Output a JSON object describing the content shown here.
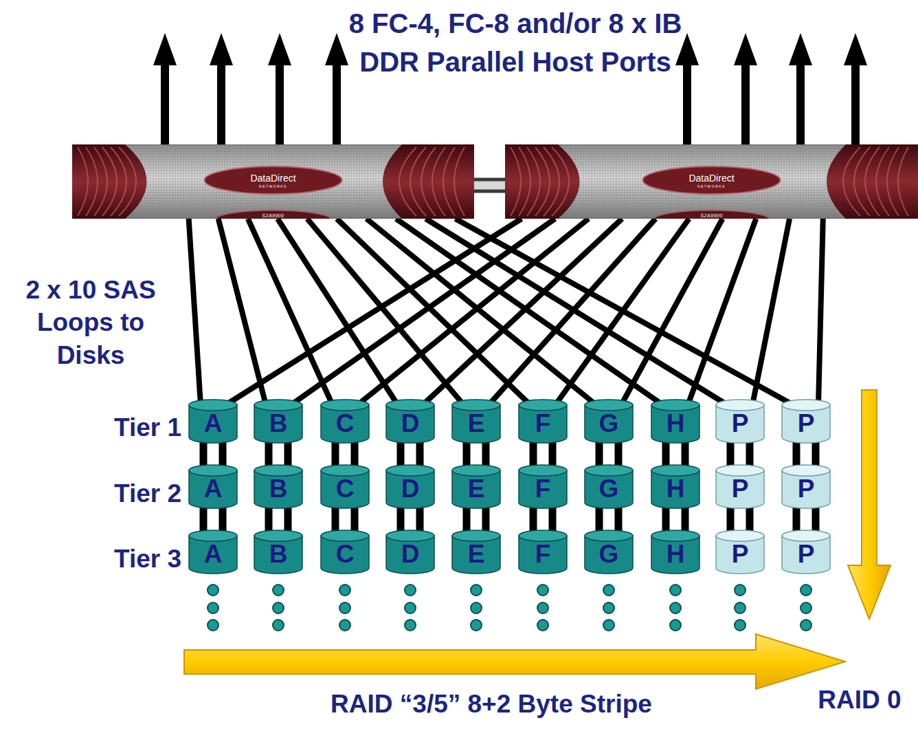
{
  "diagram": {
    "title": "8 FC-4, FC-8 and/or 8 x IB DDR Parallel Host Ports",
    "nodes": [
      {
        "text": [
          "DataDirect",
          "NETWORKS",
          "S2A9900"
        ]
      },
      {
        "text": [
          "DataDirect",
          "NETWORKS",
          "S2A9900"
        ]
      },
      {
        "text": [
          "A"
        ]
      },
      {
        "text": [
          "B"
        ]
      },
      {
        "text": [
          "C"
        ]
      },
      {
        "text": [
          "D"
        ]
      },
      {
        "text": [
          "E"
        ]
      },
      {
        "text": [
          "F"
        ]
      },
      {
        "text": [
          "G"
        ]
      },
      {
        "text": [
          "H"
        ]
      },
      {
        "text": [
          "P"
        ]
      },
      {
        "text": [
          "P"
        ]
      },
      {
        "text": [
          "A"
        ]
      },
      {
        "text": [
          "B"
        ]
      },
      {
        "text": [
          "C"
        ]
      },
      {
        "text": [
          "D"
        ]
      },
      {
        "text": [
          "E"
        ]
      },
      {
        "text": [
          "F"
        ]
      },
      {
        "text": [
          "G"
        ]
      },
      {
        "text": [
          "H"
        ]
      },
      {
        "text": [
          "P"
        ]
      },
      {
        "text": [
          "P"
        ]
      },
      {
        "text": [
          "A"
        ]
      },
      {
        "text": [
          "B"
        ]
      },
      {
        "text": [
          "C"
        ]
      },
      {
        "text": [
          "D"
        ]
      },
      {
        "text": [
          "E"
        ]
      },
      {
        "text": [
          "F"
        ]
      },
      {
        "text": [
          "G"
        ]
      },
      {
        "text": [
          "H"
        ]
      },
      {
        "text": [
          "P"
        ]
      },
      {
        "text": [
          "P"
        ]
      }
    ],
    "edges": [
      {
        "from": 0,
        "to": 1,
        "arrow": "none"
      },
      {
        "from": 0,
        "to": 2,
        "arrow": "none"
      },
      {
        "from": 0,
        "to": 3,
        "arrow": "none"
      },
      {
        "from": 0,
        "to": 4,
        "arrow": "none"
      },
      {
        "from": 0,
        "to": 5,
        "arrow": "none"
      },
      {
        "from": 0,
        "to": 6,
        "arrow": "none"
      },
      {
        "from": 0,
        "to": 7,
        "arrow": "none"
      },
      {
        "from": 0,
        "to": 8,
        "arrow": "none"
      },
      {
        "from": 0,
        "to": 9,
        "arrow": "none"
      },
      {
        "from": 0,
        "to": 10,
        "arrow": "none"
      },
      {
        "from": 0,
        "to": 11,
        "arrow": "none"
      },
      {
        "from": 1,
        "to": 2,
        "arrow": "none"
      },
      {
        "from": 1,
        "to": 3,
        "arrow": "none"
      },
      {
        "from": 1,
        "to": 4,
        "arrow": "none"
      },
      {
        "from": 1,
        "to": 5,
        "arrow": "none"
      },
      {
        "from": 1,
        "to": 6,
        "arrow": "none"
      },
      {
        "from": 1,
        "to": 7,
        "arrow": "none"
      },
      {
        "from": 1,
        "to": 8,
        "arrow": "none"
      },
      {
        "from": 1,
        "to": 9,
        "arrow": "none"
      },
      {
        "from": 1,
        "to": 10,
        "arrow": "none"
      },
      {
        "from": 1,
        "to": 11,
        "arrow": "none"
      },
      {
        "from": 2,
        "to": 12,
        "arrow": "none"
      },
      {
        "from": 3,
        "to": 13,
        "arrow": "none"
      },
      {
        "from": 4,
        "to": 14,
        "arrow": "none"
      },
      {
        "from": 5,
        "to": 15,
        "arrow": "none"
      },
      {
        "from": 6,
        "to": 16,
        "arrow": "none"
      },
      {
        "from": 7,
        "to": 17,
        "arrow": "none"
      },
      {
        "from": 8,
        "to": 18,
        "arrow": "none"
      },
      {
        "from": 9,
        "to": 19,
        "arrow": "none"
      },
      {
        "from": 10,
        "to": 20,
        "arrow": "none"
      },
      {
        "from": 11,
        "to": 21,
        "arrow": "none"
      },
      {
        "from": 12,
        "to": 22,
        "arrow": "none"
      },
      {
        "from": 13,
        "to": 23,
        "arrow": "none"
      },
      {
        "from": 14,
        "to": 24,
        "arrow": "none"
      },
      {
        "from": 15,
        "to": 25,
        "arrow": "none"
      },
      {
        "from": 16,
        "to": 26,
        "arrow": "none"
      },
      {
        "from": 17,
        "to": 27,
        "arrow": "none"
      },
      {
        "from": 18,
        "to": 28,
        "arrow": "none"
      },
      {
        "from": 19,
        "to": 29,
        "arrow": "none"
      },
      {
        "from": 20,
        "to": 30,
        "arrow": "none"
      },
      {
        "from": 21,
        "to": 31,
        "arrow": "none"
      }
    ],
    "labels": [
      "2 x 10 SAS Loops to Disks",
      "Tier 1",
      "Tier 2",
      "Tier 3",
      "RAID “3/5” 8+2 Byte Stripe",
      "RAID 0"
    ]
  }
}
